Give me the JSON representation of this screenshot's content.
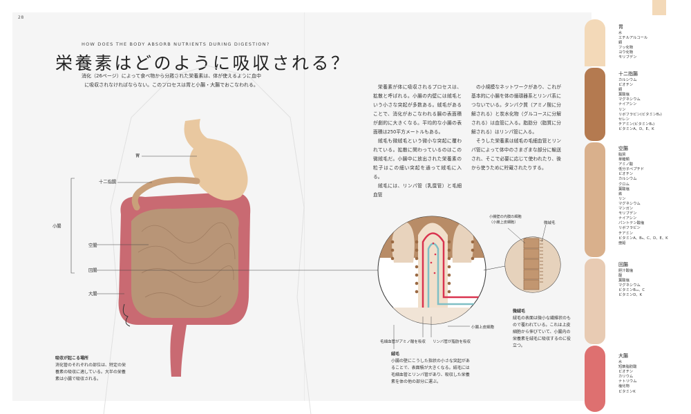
{
  "page_number": "28",
  "subtitle": "HOW DOES THE BODY ABSORB NUTRIENTS DURING DIGESTION?",
  "title": "栄養素はどのように吸収される？",
  "intro": "消化（26ページ）によって食べ物から分離された栄養素は、体が使えるように血中に吸収されなければならない。このプロセスは胃と小腸・大腸でおこなわれる。",
  "body_col1": [
    "栄養素が体に吸収されるプロセスは、拡散と呼ばれる。小腸の内壁には絨毛という小さな突起が多数ある。絨毛があることで、消化がおこなわれる腸の表面積が劇的に大きくなる。平均的な小腸の表面積は250平方メートルもある。",
    "絨毛も微絨毛という微小な突起に覆われている。拡散に関わっているのはこの微絨毛だ。小腸中に放出された栄養素の粒子はこの細い突起を通って絨毛に入る。",
    "絨毛には、リンパ管（乳糜管）と毛細血管"
  ],
  "body_col2": [
    "の小規模なネットワークがあり、これが基本的に小腸を体の循環器系とリンパ系につないでいる。タンパク質（アミノ酸に分解される）と炭水化物（グルコースに分解される）は血管に入る。脂肪分（脂質に分解される）はリンパ管に入る。",
    "そうした栄養素は絨毛の毛細血管とリンパ管によって体中のさまざまな部分に輸送され、そこで必要に応じて使われたり、後から使うために貯蔵されたりする。"
  ],
  "organ_labels": {
    "stomach": "胃",
    "duodenum": "十二指腸",
    "small_intestine": "小腸",
    "jejunum": "空腸",
    "ileum": "回腸",
    "large_intestine": "大腸"
  },
  "caption_organs": {
    "title": "吸収が起こる場所",
    "text": "消化管のそれぞれの部位は、特定の栄養素の吸収に適している。大半の栄養素は小腸で吸収される。"
  },
  "villus_labels": {
    "epithelial_cells": "小腸壁の内膜の細胞",
    "epithelial_sub": "（小腸上皮細胞）",
    "microvilli": "微絨毛",
    "lacteal": "小腸上皮細胞",
    "capillary_caption": "毛細血管がアミノ酸を吸収",
    "lymph_caption": "リンパ管が脂肪を吸収"
  },
  "caption_villus": {
    "title": "絨毛",
    "text": "小腸の壁にこうした指状の小さな突起があることで、表面積が大きくなる。絨毛には毛細血管とリンパ管があり、吸収した栄養素を体の他の部分に運ぶ。"
  },
  "caption_microvilli": {
    "title": "微絨毛",
    "text": "絨毛の表面は微小な繊維状のもので覆われている。これは上皮細胞から伸びていて、小腸内の栄養素を絨毛に吸収するのに役立つ。"
  },
  "sidebar": [
    {
      "name": "胃",
      "color": "#f3d9b8",
      "items": [
        "水",
        "エチルアルコール",
        "銅",
        "フッ化物",
        "ヨウ化物",
        "モリブデン"
      ]
    },
    {
      "name": "十二指腸",
      "color": "#b47a50",
      "items": [
        "カルシウム",
        "ビオチン",
        "銅",
        "葉酸塩",
        "マグネシウム",
        "ナイアシン",
        "リン",
        "リボフラビン(ビタミンB₂)",
        "セレン",
        "チアミン(ビタミンB₁)",
        "ビタミンA、D、E、K"
      ]
    },
    {
      "name": "空腸",
      "color": "#d9b08c",
      "items": [
        "脂質",
        "単糖類",
        "アミノ酸",
        "低分子ペプチド",
        "ビオチン",
        "カルシウム",
        "クロム",
        "葉酸塩",
        "鉄",
        "リン",
        "マグネシウム",
        "マンガン",
        "モリブデン",
        "ナイアシン",
        "パントテン酸塩",
        "リボフラビン",
        "チアミン",
        "ビタミンA、B₆、C、D、E、K",
        "亜鉛"
      ]
    },
    {
      "name": "回腸",
      "color": "#e8cbb3",
      "items": [
        "胆汁酸塩",
        "酸",
        "葉酸塩",
        "マグネシウム",
        "ビタミンB₁₂、C",
        "ビタミンD、K"
      ]
    },
    {
      "name": "大腸",
      "color": "#de7070",
      "items": [
        "水",
        "短鎖脂肪酸",
        "ビオチン",
        "カリウム",
        "ナトリウム",
        "塩化物",
        "ビタミンK"
      ]
    }
  ],
  "colors": {
    "stomach": "#e9c8a0",
    "small_intestine": "#b89577",
    "large_intestine": "#c96a72",
    "capillary": "#d9334f",
    "lymph": "#7fbfc5"
  }
}
